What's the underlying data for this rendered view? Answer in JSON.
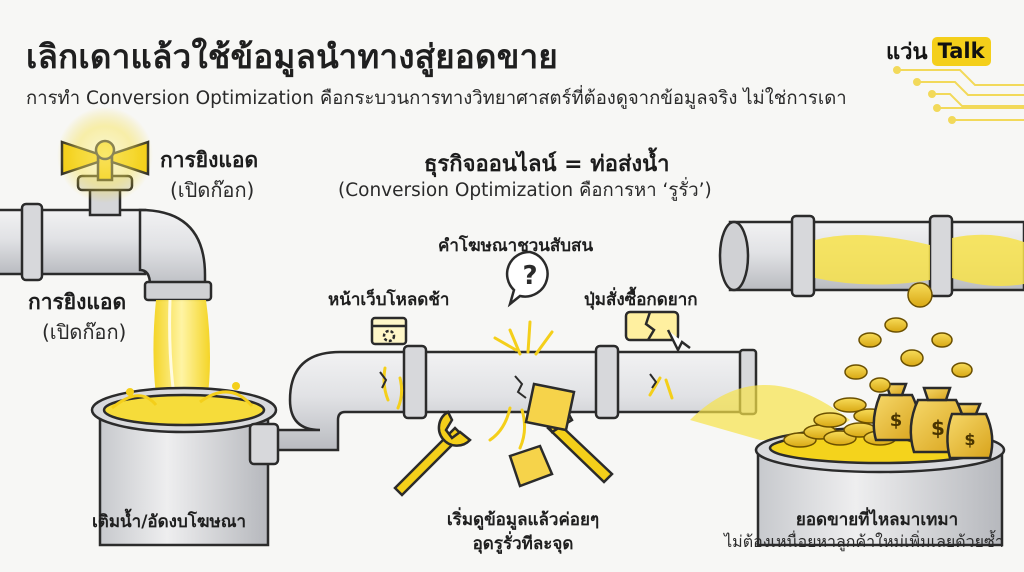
{
  "header": {
    "title": "เลิกเดาแล้วใช้ข้อมูลนำทางสู่ยอดขาย",
    "subtitle": "การทำ Conversion Optimization คือกระบวนการทางวิทยาศาสตร์ที่ต้องดูจากข้อมูลจริง ไม่ใช่การเดา"
  },
  "brand": {
    "part1": "แว่น",
    "part2": "Talk"
  },
  "labels": {
    "ads_top": "การยิงแอด",
    "ads_top_sub": "(เปิดก๊อก)",
    "ads_left": "การยิงแอด",
    "ads_left_sub": "(เปิดก๊อก)",
    "center_title": "ธุรกิจออนไลน์ = ท่อส่งน้ำ",
    "center_sub": "(Conversion Optimization คือการหา ‘รูรั่ว’)",
    "confusing_ads": "คำโฆษณาชวนสับสน",
    "slow_page": "หน้าเว็บโหลดช้า",
    "hard_button": "ปุ่มสั่งซื้อกดยาก",
    "refill": "เติมน้ำ/อัดงบโฆษณา",
    "fix_line1": "เริ่มดูข้อมูลแล้วค่อยๆ",
    "fix_line2": "อุดรูรั่วทีละจุด",
    "sales_title": "ยอดขายที่ไหลมาเทมา",
    "sales_sub": "ไม่ต้องเหนื่อยหาลูกค้าใหม่เพิ่มเลยด้วยซ้ำ"
  },
  "icons": {
    "question": "?",
    "dollar": "$"
  },
  "colors": {
    "accent": "#f4cf1a",
    "water": "#f7e24a",
    "pipe": "#dcdde0",
    "outline": "#2b2b2b",
    "background": "#f7f7f5"
  }
}
